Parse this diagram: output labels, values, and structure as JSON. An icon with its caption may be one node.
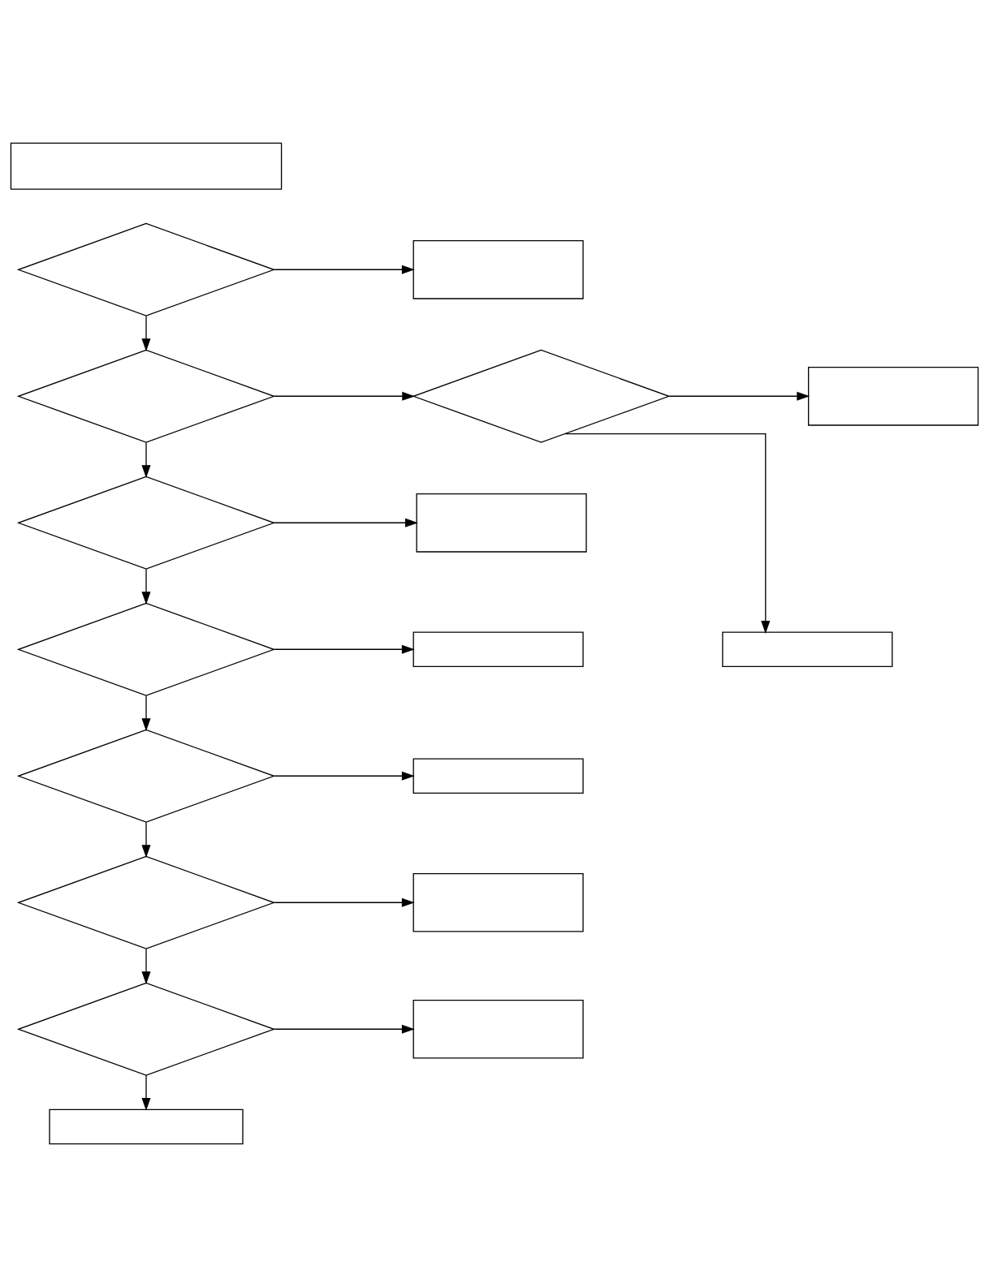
{
  "diagram": {
    "nodes": [
      {
        "text": [],
        "shape": "box"
      },
      {
        "text": [],
        "shape": "diamond"
      },
      {
        "text": [],
        "shape": "box"
      },
      {
        "text": [],
        "shape": "diamond"
      },
      {
        "text": [],
        "shape": "diamond"
      },
      {
        "text": [],
        "shape": "box"
      },
      {
        "text": [],
        "shape": "box"
      },
      {
        "text": [],
        "shape": "diamond"
      },
      {
        "text": [],
        "shape": "box"
      },
      {
        "text": [],
        "shape": "diamond"
      },
      {
        "text": [],
        "shape": "box"
      },
      {
        "text": [],
        "shape": "diamond"
      },
      {
        "text": [],
        "shape": "box"
      },
      {
        "text": [],
        "shape": "diamond"
      },
      {
        "text": [],
        "shape": "box"
      },
      {
        "text": [],
        "shape": "diamond"
      },
      {
        "text": [],
        "shape": "box"
      },
      {
        "text": [],
        "shape": "box"
      }
    ],
    "edges": [
      {
        "from": 1,
        "to": 2,
        "arrow": "to"
      },
      {
        "from": 1,
        "to": 3,
        "arrow": "to"
      },
      {
        "from": 3,
        "to": 4,
        "arrow": "to"
      },
      {
        "from": 4,
        "to": 5,
        "arrow": "to"
      },
      {
        "from": 4,
        "to": 6,
        "arrow": "to"
      },
      {
        "from": 3,
        "to": 7,
        "arrow": "to"
      },
      {
        "from": 7,
        "to": 8,
        "arrow": "to"
      },
      {
        "from": 7,
        "to": 9,
        "arrow": "to"
      },
      {
        "from": 9,
        "to": 10,
        "arrow": "to"
      },
      {
        "from": 9,
        "to": 11,
        "arrow": "to"
      },
      {
        "from": 11,
        "to": 12,
        "arrow": "to"
      },
      {
        "from": 11,
        "to": 13,
        "arrow": "to"
      },
      {
        "from": 13,
        "to": 14,
        "arrow": "to"
      },
      {
        "from": 13,
        "to": 15,
        "arrow": "to"
      },
      {
        "from": 15,
        "to": 16,
        "arrow": "to"
      },
      {
        "from": 15,
        "to": 17,
        "arrow": "to"
      }
    ]
  }
}
